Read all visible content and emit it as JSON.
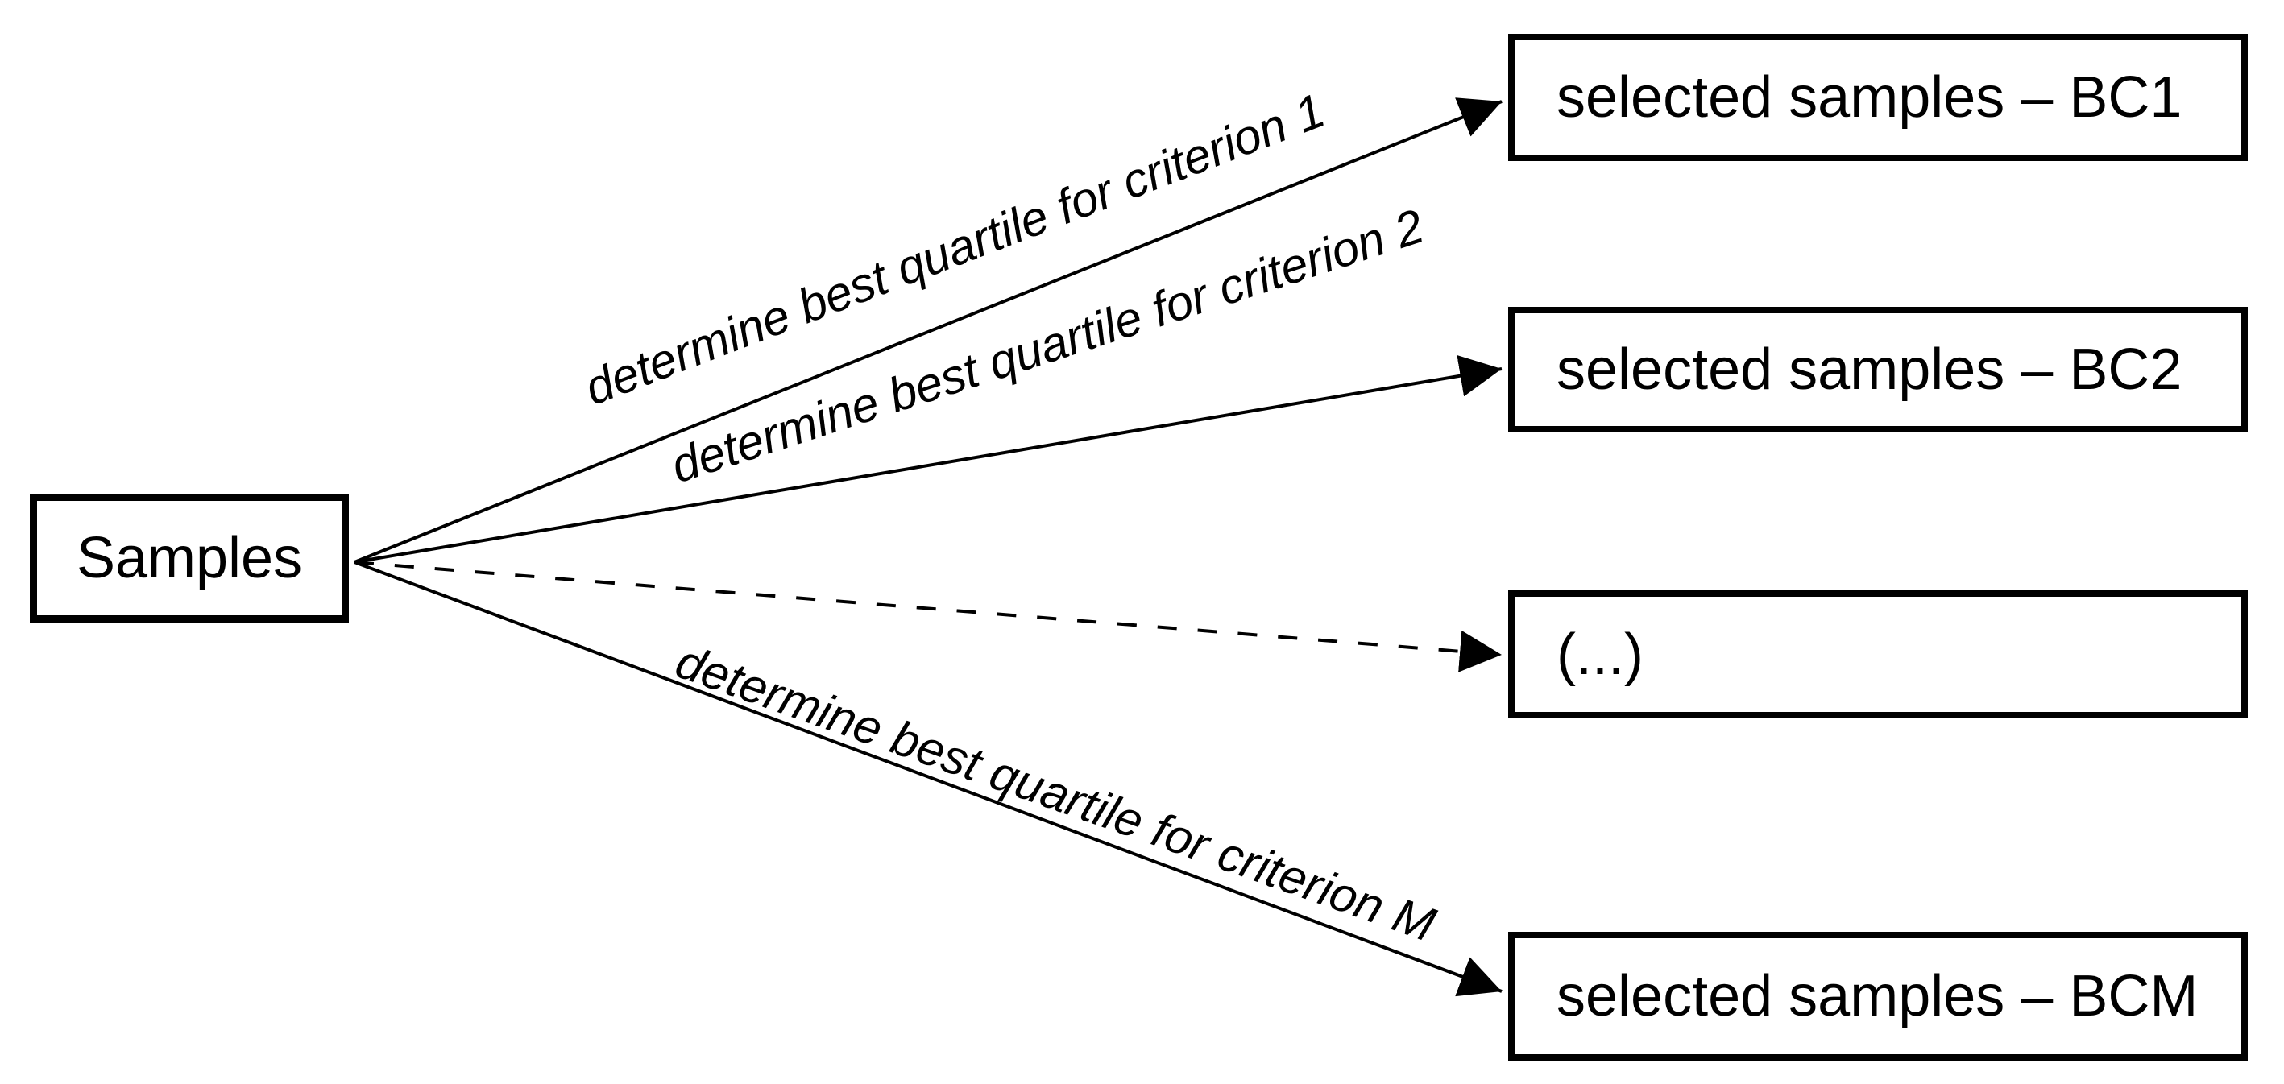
{
  "diagram": {
    "background_color": "#ffffff",
    "ink_color": "#000000",
    "source": {
      "label": "Samples"
    },
    "targets": [
      {
        "id": "bc1",
        "label": "selected samples – BC1"
      },
      {
        "id": "bc2",
        "label": "selected samples – BC2"
      },
      {
        "id": "ellipsis",
        "label": "(...)"
      },
      {
        "id": "bcm",
        "label": "selected samples – BCM"
      }
    ],
    "edges": [
      {
        "from": "samples",
        "to": "bc1",
        "style": "solid",
        "label": "determine best quartile for criterion 1"
      },
      {
        "from": "samples",
        "to": "bc2",
        "style": "solid",
        "label": "determine best quartile for criterion 2"
      },
      {
        "from": "samples",
        "to": "ellipsis",
        "style": "dashed",
        "label": ""
      },
      {
        "from": "samples",
        "to": "bcm",
        "style": "solid",
        "label": "determine best quartile for criterion M"
      }
    ]
  }
}
